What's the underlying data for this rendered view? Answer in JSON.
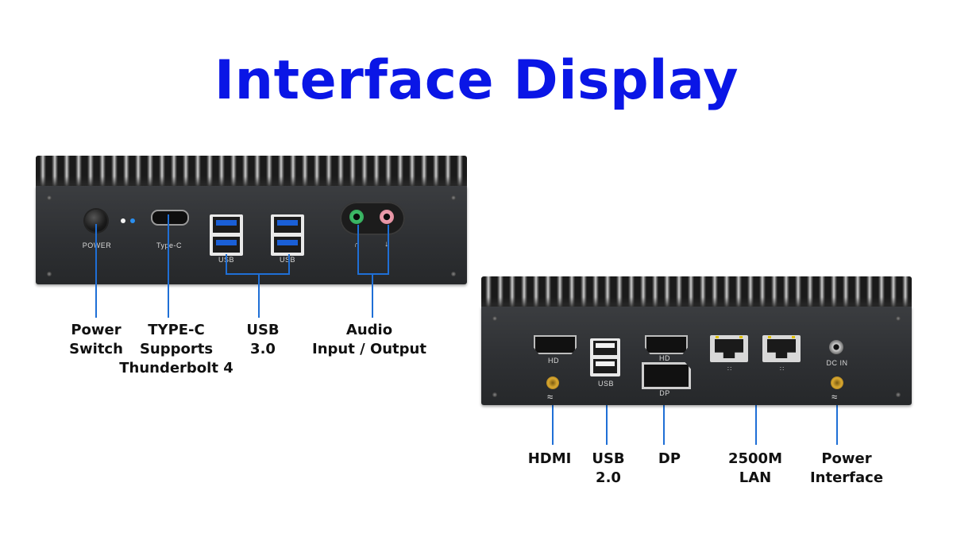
{
  "title": "Interface Display",
  "accent_color": "#0a16e6",
  "callout_line_color": "#1f6fd6",
  "front_panel": {
    "port_labels": {
      "power": "POWER",
      "typec": "Type-C",
      "usb_a": "USB",
      "usb_b": "USB"
    },
    "callouts": {
      "power_switch": [
        "Power",
        "Switch"
      ],
      "typec": [
        "TYPE-C",
        "Supports",
        "Thunderbolt 4"
      ],
      "usb3": [
        "USB",
        "3.0"
      ],
      "audio": [
        "Audio",
        "Input / Output"
      ]
    },
    "audio_icons": [
      "headphone-icon",
      "microphone-icon"
    ]
  },
  "rear_panel": {
    "port_labels": {
      "hdmi1": "HD",
      "usb": "USB",
      "hdmi2": "HD",
      "dp": "DP",
      "dcin": "DC IN"
    },
    "callouts": {
      "hdmi": [
        "HDMI"
      ],
      "usb2": [
        "USB",
        "2.0"
      ],
      "dp": [
        "DP"
      ],
      "lan": [
        "2500M",
        "LAN"
      ],
      "power_interface": [
        "Power",
        "Interface"
      ]
    },
    "icons": [
      "wifi-antenna-icon",
      "lan-icon"
    ]
  }
}
